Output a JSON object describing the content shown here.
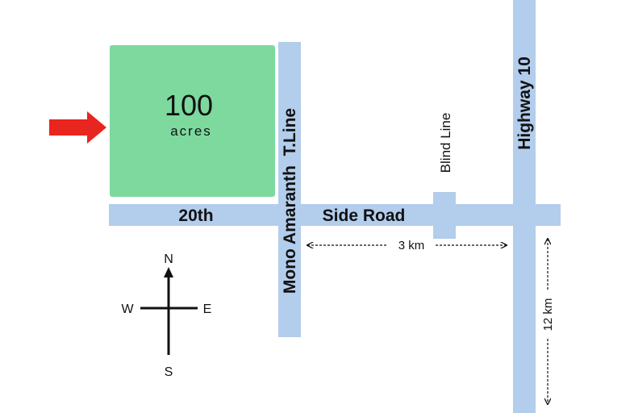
{
  "parcel": {
    "area_value": "100",
    "area_unit": "acres",
    "fill_color": "#7dd99e"
  },
  "roads": {
    "color": "#b3cdec",
    "side_road_part1": "20th",
    "side_road_part2": "Side Road",
    "town_line": "Mono Amaranth  T.Line",
    "blind_line": "Blind Line",
    "highway": "Highway 10"
  },
  "distances": {
    "horizontal": "3 km",
    "vertical": "12 km"
  },
  "compass": {
    "north": "N",
    "south": "S",
    "east": "E",
    "west": "W"
  },
  "pointer": {
    "icon": "arrow-right-icon",
    "color": "#e8251e"
  }
}
